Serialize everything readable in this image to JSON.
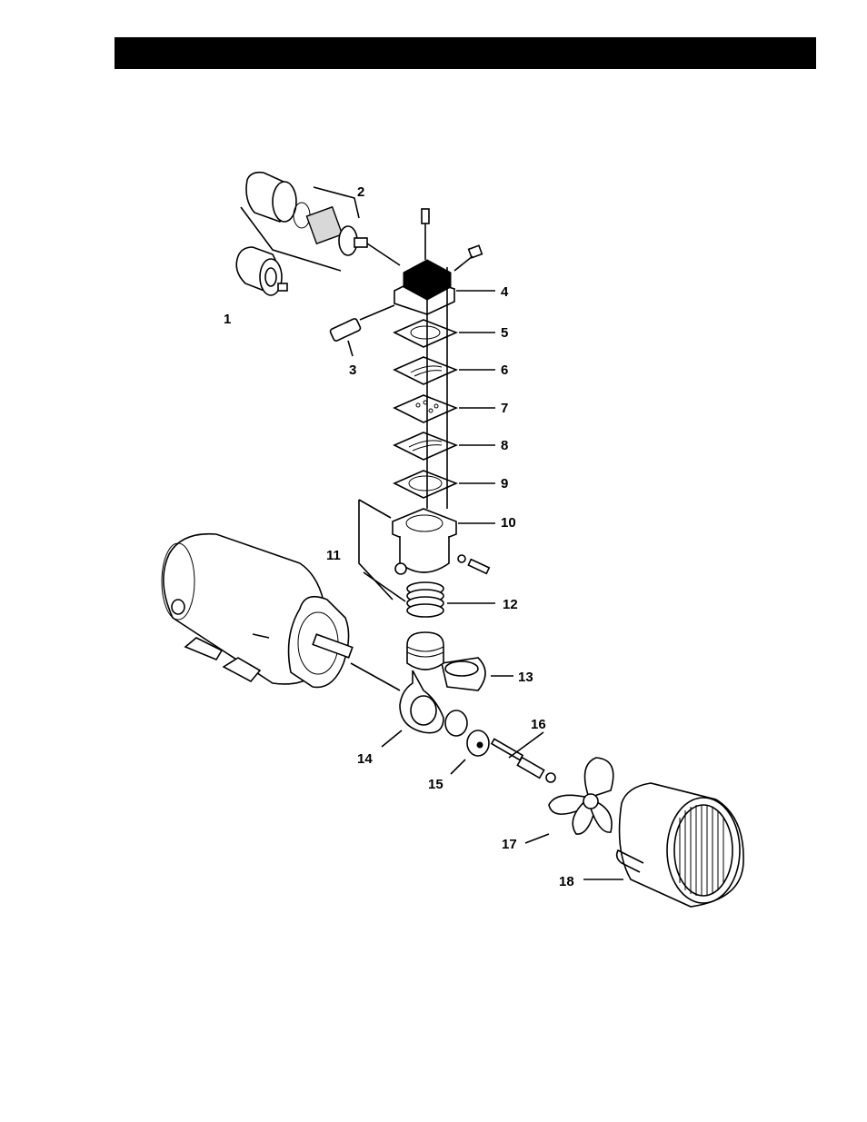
{
  "header": {
    "title": ""
  },
  "diagram": {
    "type": "exploded parts view",
    "callouts": [
      "1",
      "2",
      "3",
      "4",
      "5",
      "6",
      "7",
      "8",
      "9",
      "10",
      "11",
      "12",
      "13",
      "14",
      "15",
      "16",
      "17",
      "18"
    ]
  }
}
